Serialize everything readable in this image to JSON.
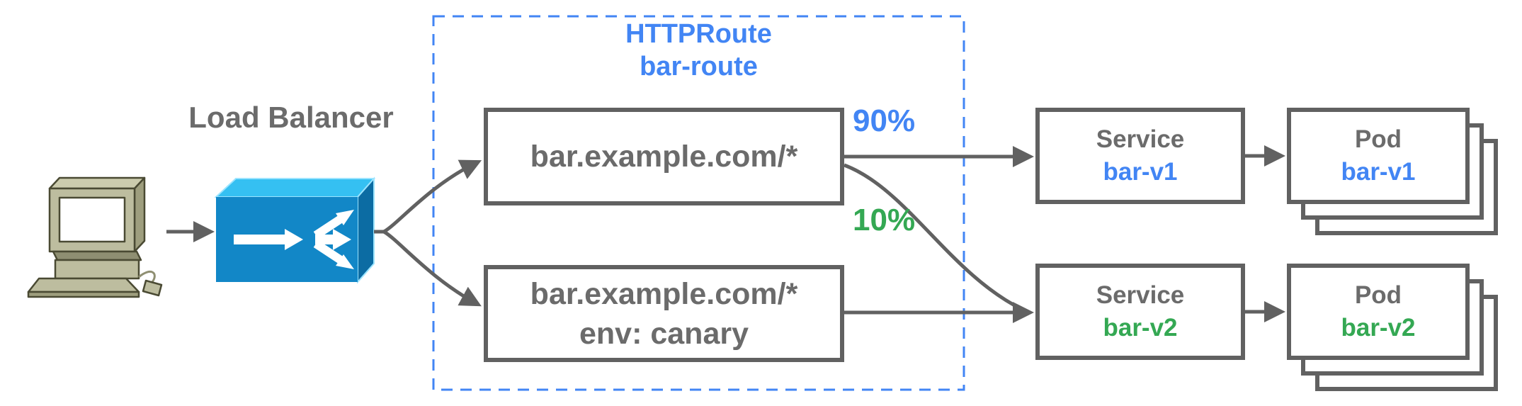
{
  "diagram": {
    "client": {
      "icon": "computer-icon"
    },
    "load_balancer": {
      "label": "Load Balancer",
      "icon": "load-balancer-icon"
    },
    "httproute": {
      "kind": "HTTPRoute",
      "name": "bar-route",
      "rules": [
        {
          "match": "bar.example.com/*",
          "weight_label": "90%"
        },
        {
          "match": "bar.example.com/*",
          "header": "env: canary",
          "weight_label": "10%"
        }
      ]
    },
    "services": [
      {
        "type_label": "Service",
        "name": "bar-v1"
      },
      {
        "type_label": "Service",
        "name": "bar-v2"
      }
    ],
    "pods": [
      {
        "type_label": "Pod",
        "name": "bar-v1"
      },
      {
        "type_label": "Pod",
        "name": "bar-v2"
      }
    ],
    "colors": {
      "accent_blue": "#4285F4",
      "accent_green": "#34A853",
      "gray_text": "#6b6b6b",
      "line_gray": "#616161",
      "lb_front": "#1287C7",
      "lb_top": "#35C0F2",
      "lb_side": "#0C6CA3",
      "computer_body": "#BDBD9F"
    }
  }
}
